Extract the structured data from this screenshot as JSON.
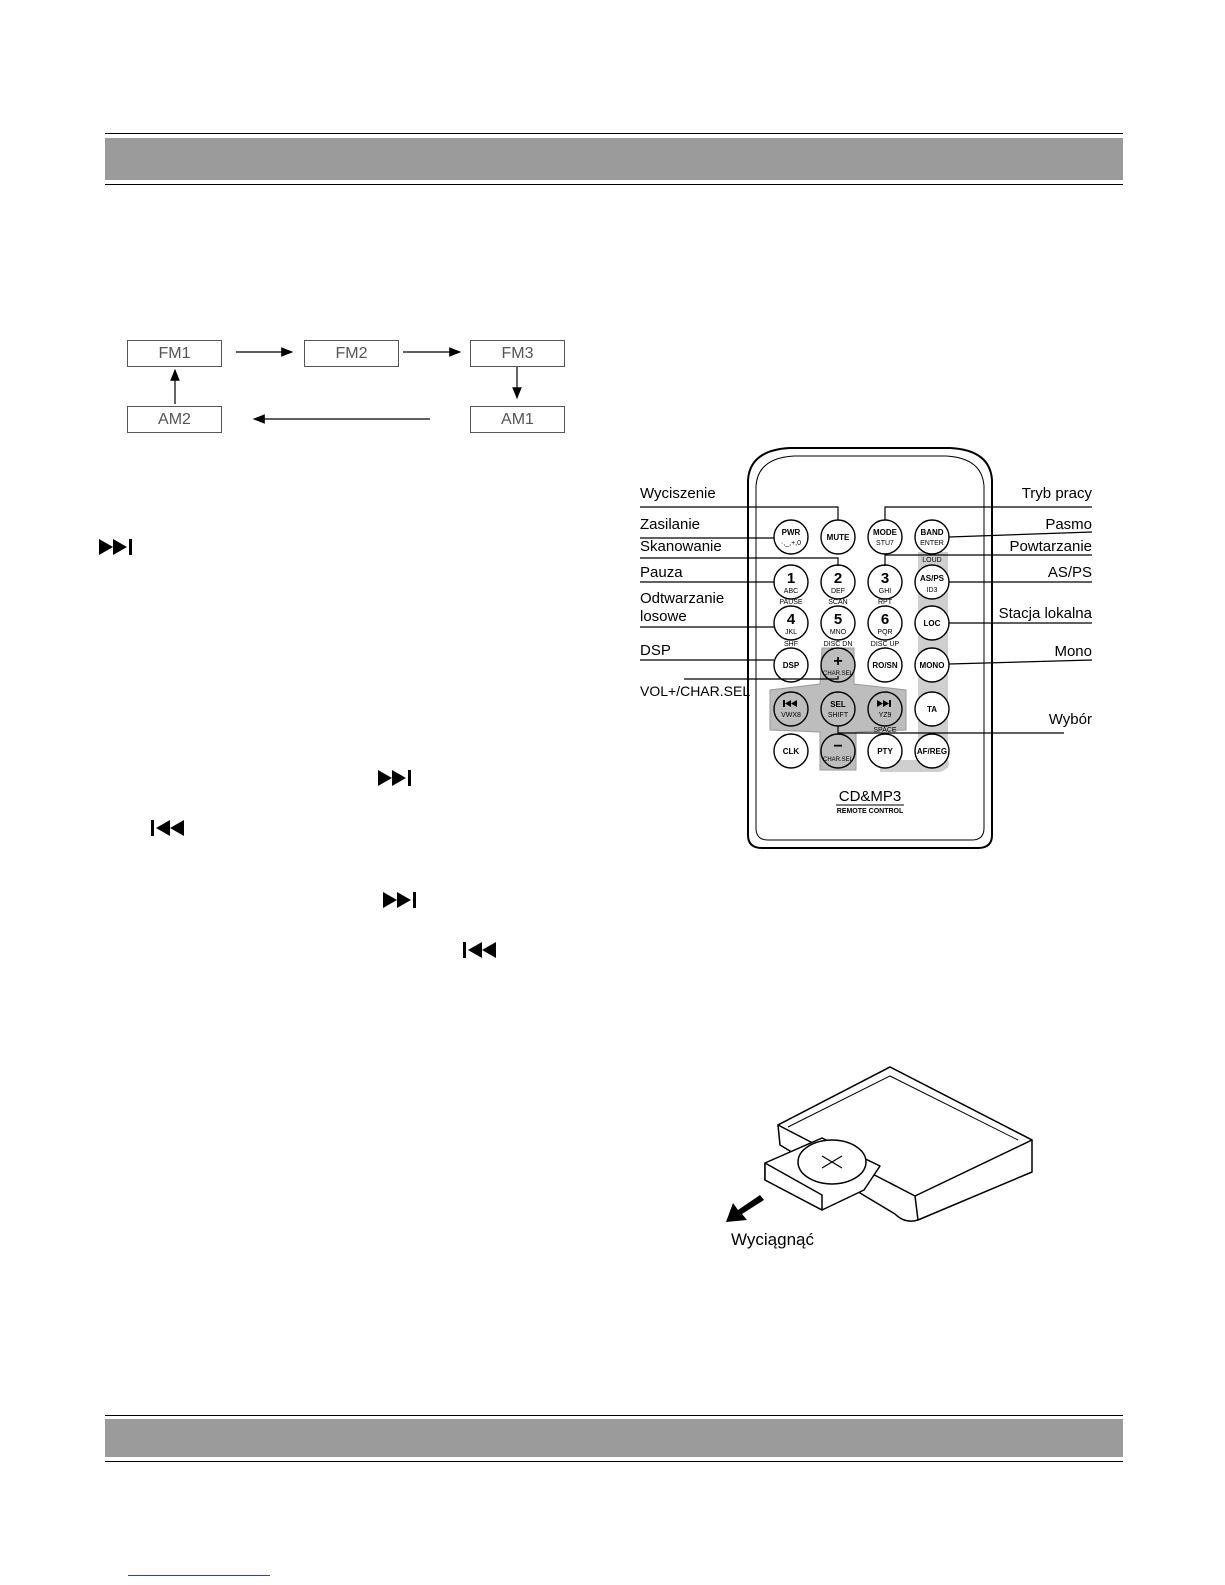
{
  "flow": {
    "boxes": [
      "FM1",
      "FM2",
      "FM3",
      "AM1",
      "AM2"
    ]
  },
  "remote": {
    "labels_left": [
      "Wyciszenie",
      "Zasilanie",
      "Skanowanie",
      "Pauza",
      "Odtwarzanie",
      "losowe",
      "DSP",
      "VOL+/CHAR.SEL"
    ],
    "labels_right": [
      "Tryb pracy",
      "Pasmo",
      "Powtarzanie",
      "AS/PS",
      "Stacja lokalna",
      "Mono",
      "Wybór"
    ],
    "buttons": {
      "pwr": "PWR",
      "pwr_sub": "·,_,+,0",
      "mute": "MUTE",
      "mode": "MODE",
      "mode_sub": "STU7",
      "band": "BAND",
      "band_sub": "ENTER",
      "n1": "1",
      "n1_sub": "ABC",
      "n1_top": "",
      "n2": "2",
      "n2_sub": "DEF",
      "n3": "3",
      "n3_sub": "GHI",
      "asps": "AS/PS",
      "asps_sub": "ID3",
      "asps_top": "LOUD",
      "n4": "4",
      "n4_sub": "JKL",
      "n4_top": "PAUSE",
      "n5": "5",
      "n5_sub": "MNO",
      "n5_top": "SCAN",
      "n6": "6",
      "n6_sub": "PQR",
      "n6_top": "RPT",
      "loc": "LOC",
      "dsp": "DSP",
      "dsp_top": "SHF",
      "plus": "+",
      "plus_sub": "CHAR.SEL",
      "plus_top": "DISC DN",
      "rosn": "RO/SN",
      "rosn_top": "DISC UP",
      "mono": "MONO",
      "prev_sub": "VWX8",
      "sel": "SEL",
      "sel_sub": "SHIFT",
      "next_sub": "YZ9",
      "ta": "TA",
      "clk": "CLK",
      "minus": "−",
      "minus_sub": "CHAR.SEL",
      "minus_top": "SPACE",
      "pty": "PTY",
      "afreg": "AF/REG"
    },
    "brand": "CD&MP3",
    "brand_sub": "REMOTE CONTROL"
  },
  "battery": {
    "label": "Wyciągnąć"
  },
  "icons": [
    "next-track-icon",
    "prev-track-icon"
  ]
}
